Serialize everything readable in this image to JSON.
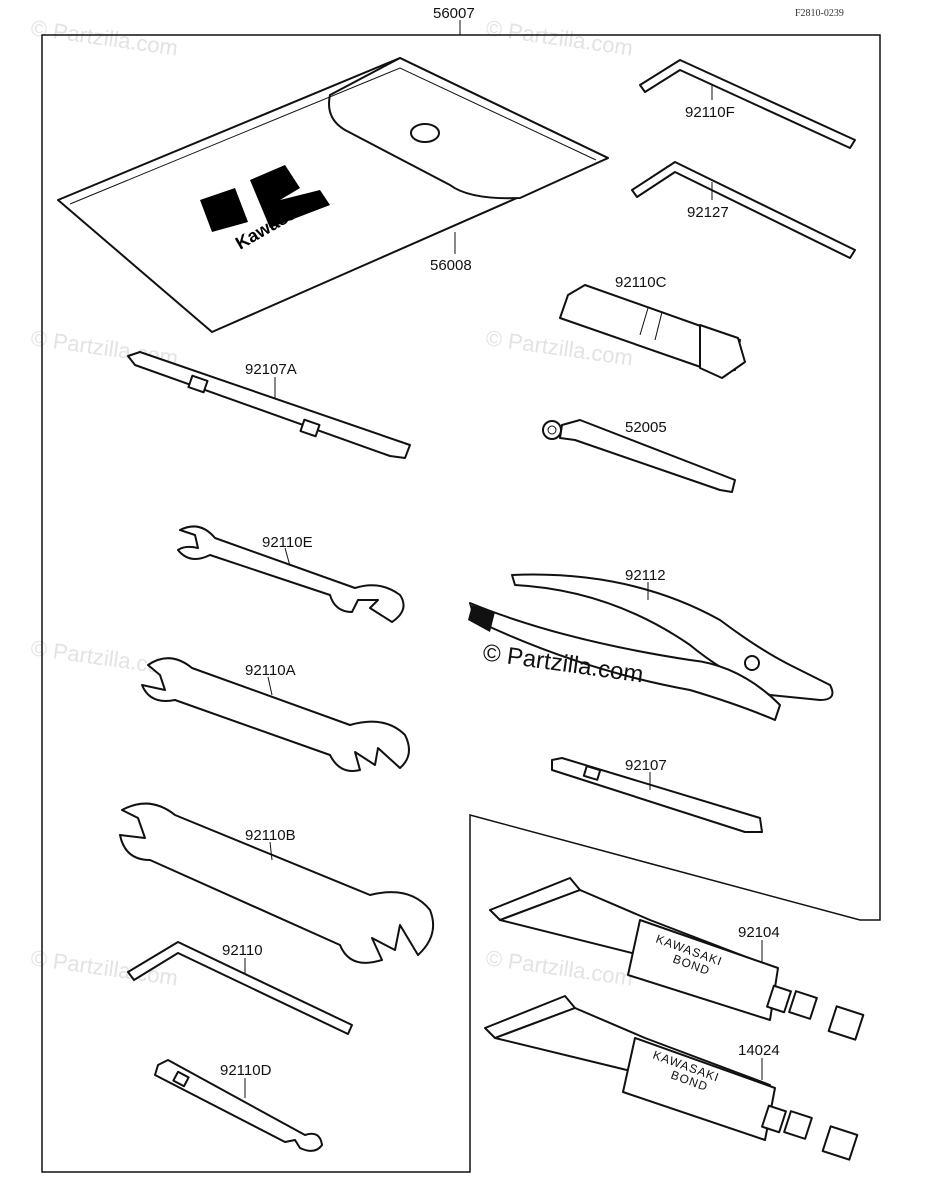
{
  "figure_id": "F2810-0239",
  "main_part": "56007",
  "parts": {
    "p56008": "56008",
    "p92110F": "92110F",
    "p92127": "92127",
    "p92110C": "92110C",
    "p92107A": "92107A",
    "p52005": "52005",
    "p92110E": "92110E",
    "p92112": "92112",
    "p92110A": "92110A",
    "p92107": "92107",
    "p92110B": "92110B",
    "p92104": "92104",
    "p92110": "92110",
    "p14024": "14024",
    "p92110D": "92110D"
  },
  "logo_text": "Kawasaki",
  "tube_text": {
    "line1": "KAWASAKI",
    "line2": "BOND"
  },
  "watermark": {
    "small": "© Partzilla.com",
    "center": "© Partzilla.com"
  },
  "colors": {
    "ink": "#111111",
    "paper": "#ffffff",
    "watermark": "#e3e3e3"
  }
}
